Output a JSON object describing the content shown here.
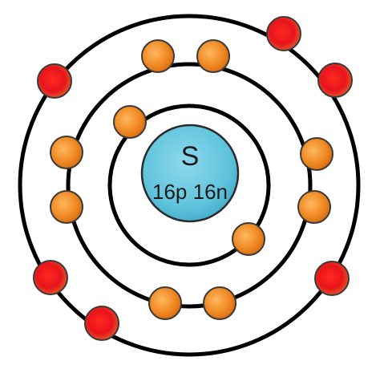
{
  "atom": {
    "symbol": "S",
    "nucleus_label": "16p 16n"
  },
  "shells": [
    {
      "shell": 1,
      "electron_count": 2,
      "electron_color": "#f08a24"
    },
    {
      "shell": 2,
      "electron_count": 8,
      "electron_color": "#f08a24"
    },
    {
      "shell": 3,
      "electron_count": 6,
      "electron_color": "#e8141c"
    }
  ],
  "colors": {
    "nucleus": "#5fc3dc",
    "orbit": "#000000",
    "electron_outline": "#3a3a3a"
  }
}
